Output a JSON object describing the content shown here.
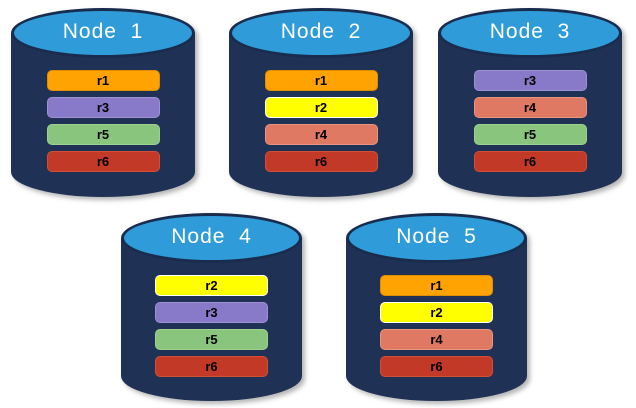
{
  "diagram": {
    "description": "Five database node cylinders showing replica placement",
    "background": "#FFFFFF"
  },
  "styles": {
    "cylinder_body_color": "#1F3255",
    "cylinder_top_color": "#2F9CD9",
    "cylinder_rim_color": "#192C4E",
    "title_color": "#FFFFFF",
    "bar_text_color": "#000000"
  },
  "replica_colors": {
    "r1": {
      "fill": "#FFA302",
      "border": "#E08E00"
    },
    "r2": {
      "fill": "#FFFF00",
      "border": "#FFFFFF"
    },
    "r3": {
      "fill": "#8979C9",
      "border": "#9D90D4"
    },
    "r4": {
      "fill": "#E07963",
      "border": "#E9947F"
    },
    "r5": {
      "fill": "#8AC57D",
      "border": "#9ED190"
    },
    "r6": {
      "fill": "#C23A27",
      "border": "#CF4F37"
    }
  },
  "nodes": [
    {
      "title": "Node  1",
      "replicas": [
        "r1",
        "r3",
        "r5",
        "r6"
      ]
    },
    {
      "title": "Node  2",
      "replicas": [
        "r1",
        "r2",
        "r4",
        "r6"
      ]
    },
    {
      "title": "Node  3",
      "replicas": [
        "r3",
        "r4",
        "r5",
        "r6"
      ]
    },
    {
      "title": "Node  4",
      "replicas": [
        "r2",
        "r3",
        "r5",
        "r6"
      ]
    },
    {
      "title": "Node  5",
      "replicas": [
        "r1",
        "r2",
        "r4",
        "r6"
      ]
    }
  ]
}
